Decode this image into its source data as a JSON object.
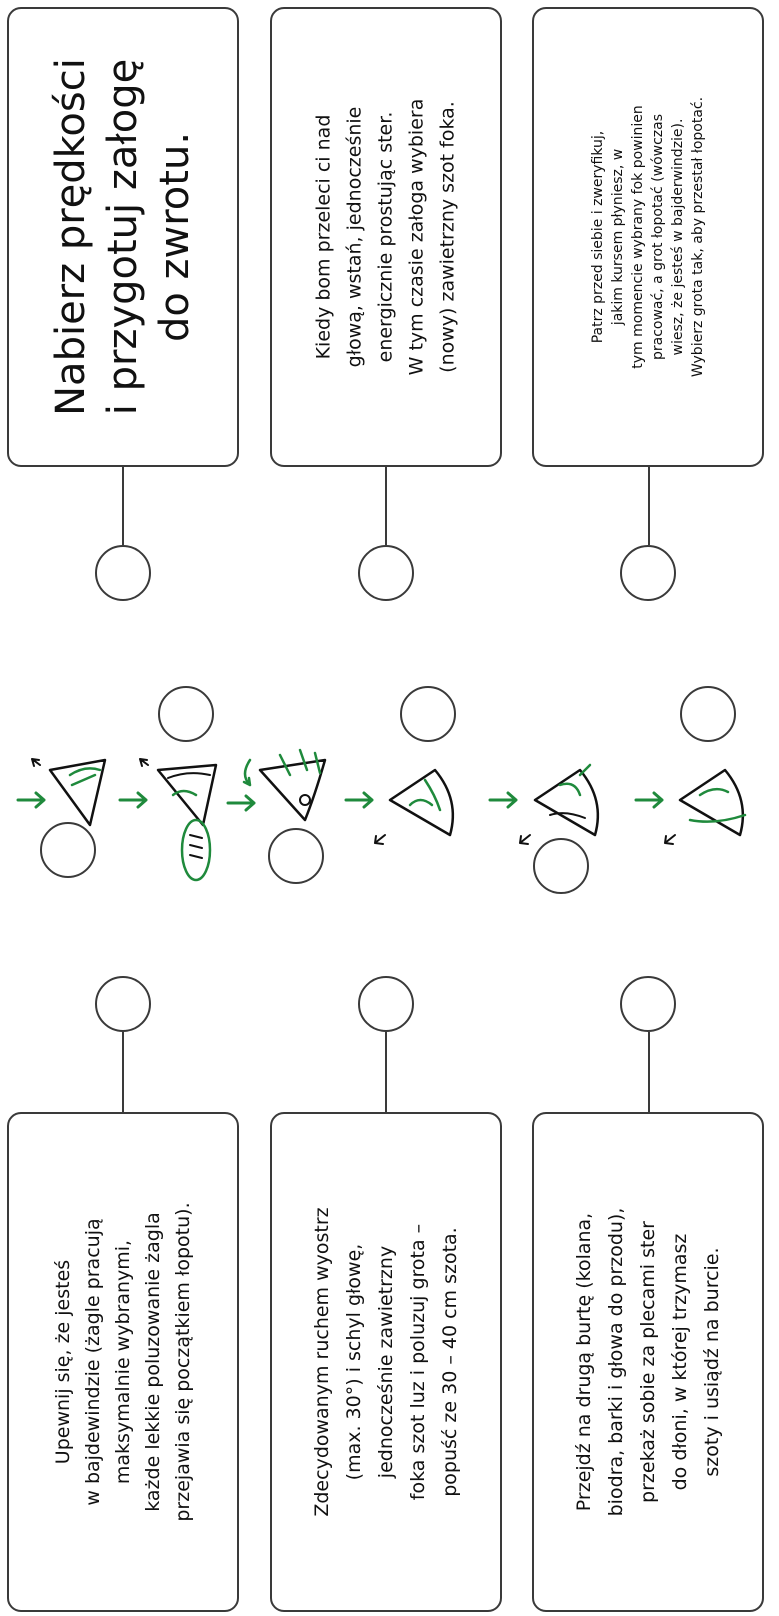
{
  "steps": {
    "top_left": {
      "text": "Nabierz prędkości\ni przygotuj załogę\ndo zwrotu."
    },
    "top_middle": {
      "text": "Kiedy bom przeleci ci nad\ngłową, wstań, jednocześnie\nenergicznie prostując ster.\nW tym czasie załoga wybiera\n(nowy) zawietrzny szot foka."
    },
    "top_right": {
      "text": "Patrz przed siebie i zweryfikuj,\njakim kursem płyniesz, w\ntym momencie wybrany fok powinien\npracować, a grot łopotać (wówczas\nwiesz, że jesteś w bajderwindzie).\nWybierz grota tak, aby przestał łopotać."
    },
    "bottom_left": {
      "text": "Upewnij się, że jesteś\nw bajdewindzie (żagle pracują\nmaksymalnie wybranymi,\nkażde lekkie poluzowanie żagla\nprzejawia się początkiem łopotu)."
    },
    "bottom_middle": {
      "text": "Zdecydowanym ruchem wyostrz\n(max. 30°) i schyl głowę,\njednocześnie zawietrzny\nfoka szot luz i poluzuj grota –\npopuść ze 30 – 40 cm szota."
    },
    "bottom_right": {
      "text": "Przejdź na drugą burtę (kolana,\nbiodra, barki i głowa do przodu),\nprzekaż sobie za plecami ster\ndo dłoni, w której trzymasz\nszoty i usiądź na burcie."
    }
  },
  "colors": {
    "border": "#3a3a3a",
    "sketch_green": "#1f8a3c",
    "sketch_dark": "#111111"
  },
  "icons": {
    "step_marker": "empty-circle-icon",
    "boat": "sail-sketch-icon",
    "wind": "wind-arrow-icon"
  }
}
